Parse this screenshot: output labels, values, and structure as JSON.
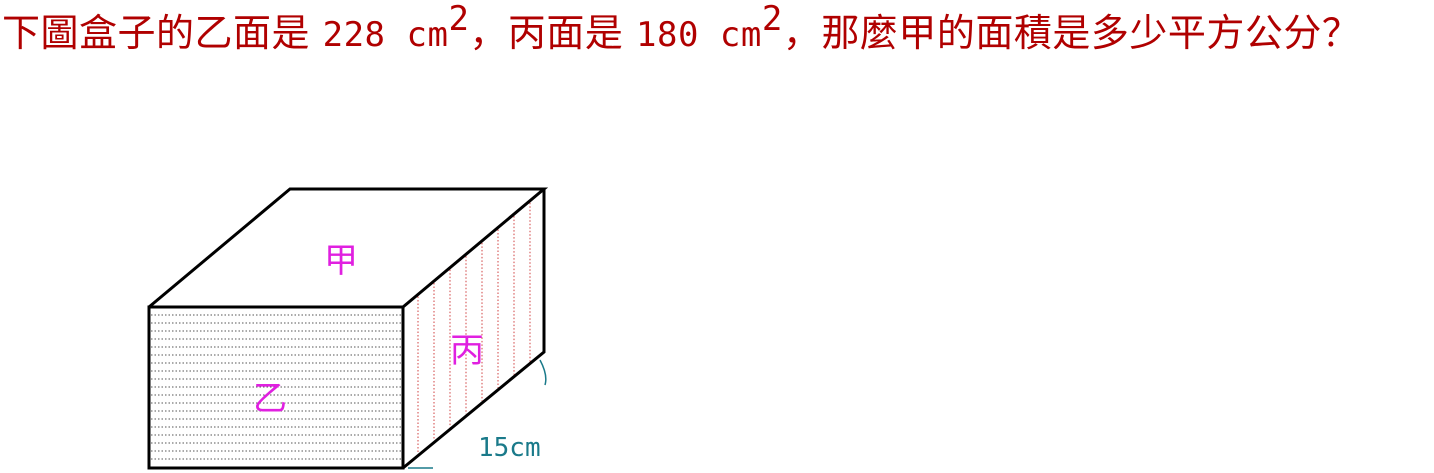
{
  "question": {
    "part1": "下圖盒子的乙面是 ",
    "area_b": "228",
    "unit_b": " cm",
    "exp_b": "2",
    "part2": "，丙面是 ",
    "area_c": "180",
    "unit_c": " cm",
    "exp_c": "2",
    "part3": "，那麼甲的面積是多少平方公分？"
  },
  "figure": {
    "face_top_label": "甲",
    "face_front_label": "乙",
    "face_side_label": "丙",
    "depth_label": "15cm",
    "colors": {
      "question_text": "#b00000",
      "face_labels": "#e020e0",
      "front_hatch": "#555555",
      "side_hatch": "#d04040",
      "dimension": "#1a7a8a"
    }
  }
}
